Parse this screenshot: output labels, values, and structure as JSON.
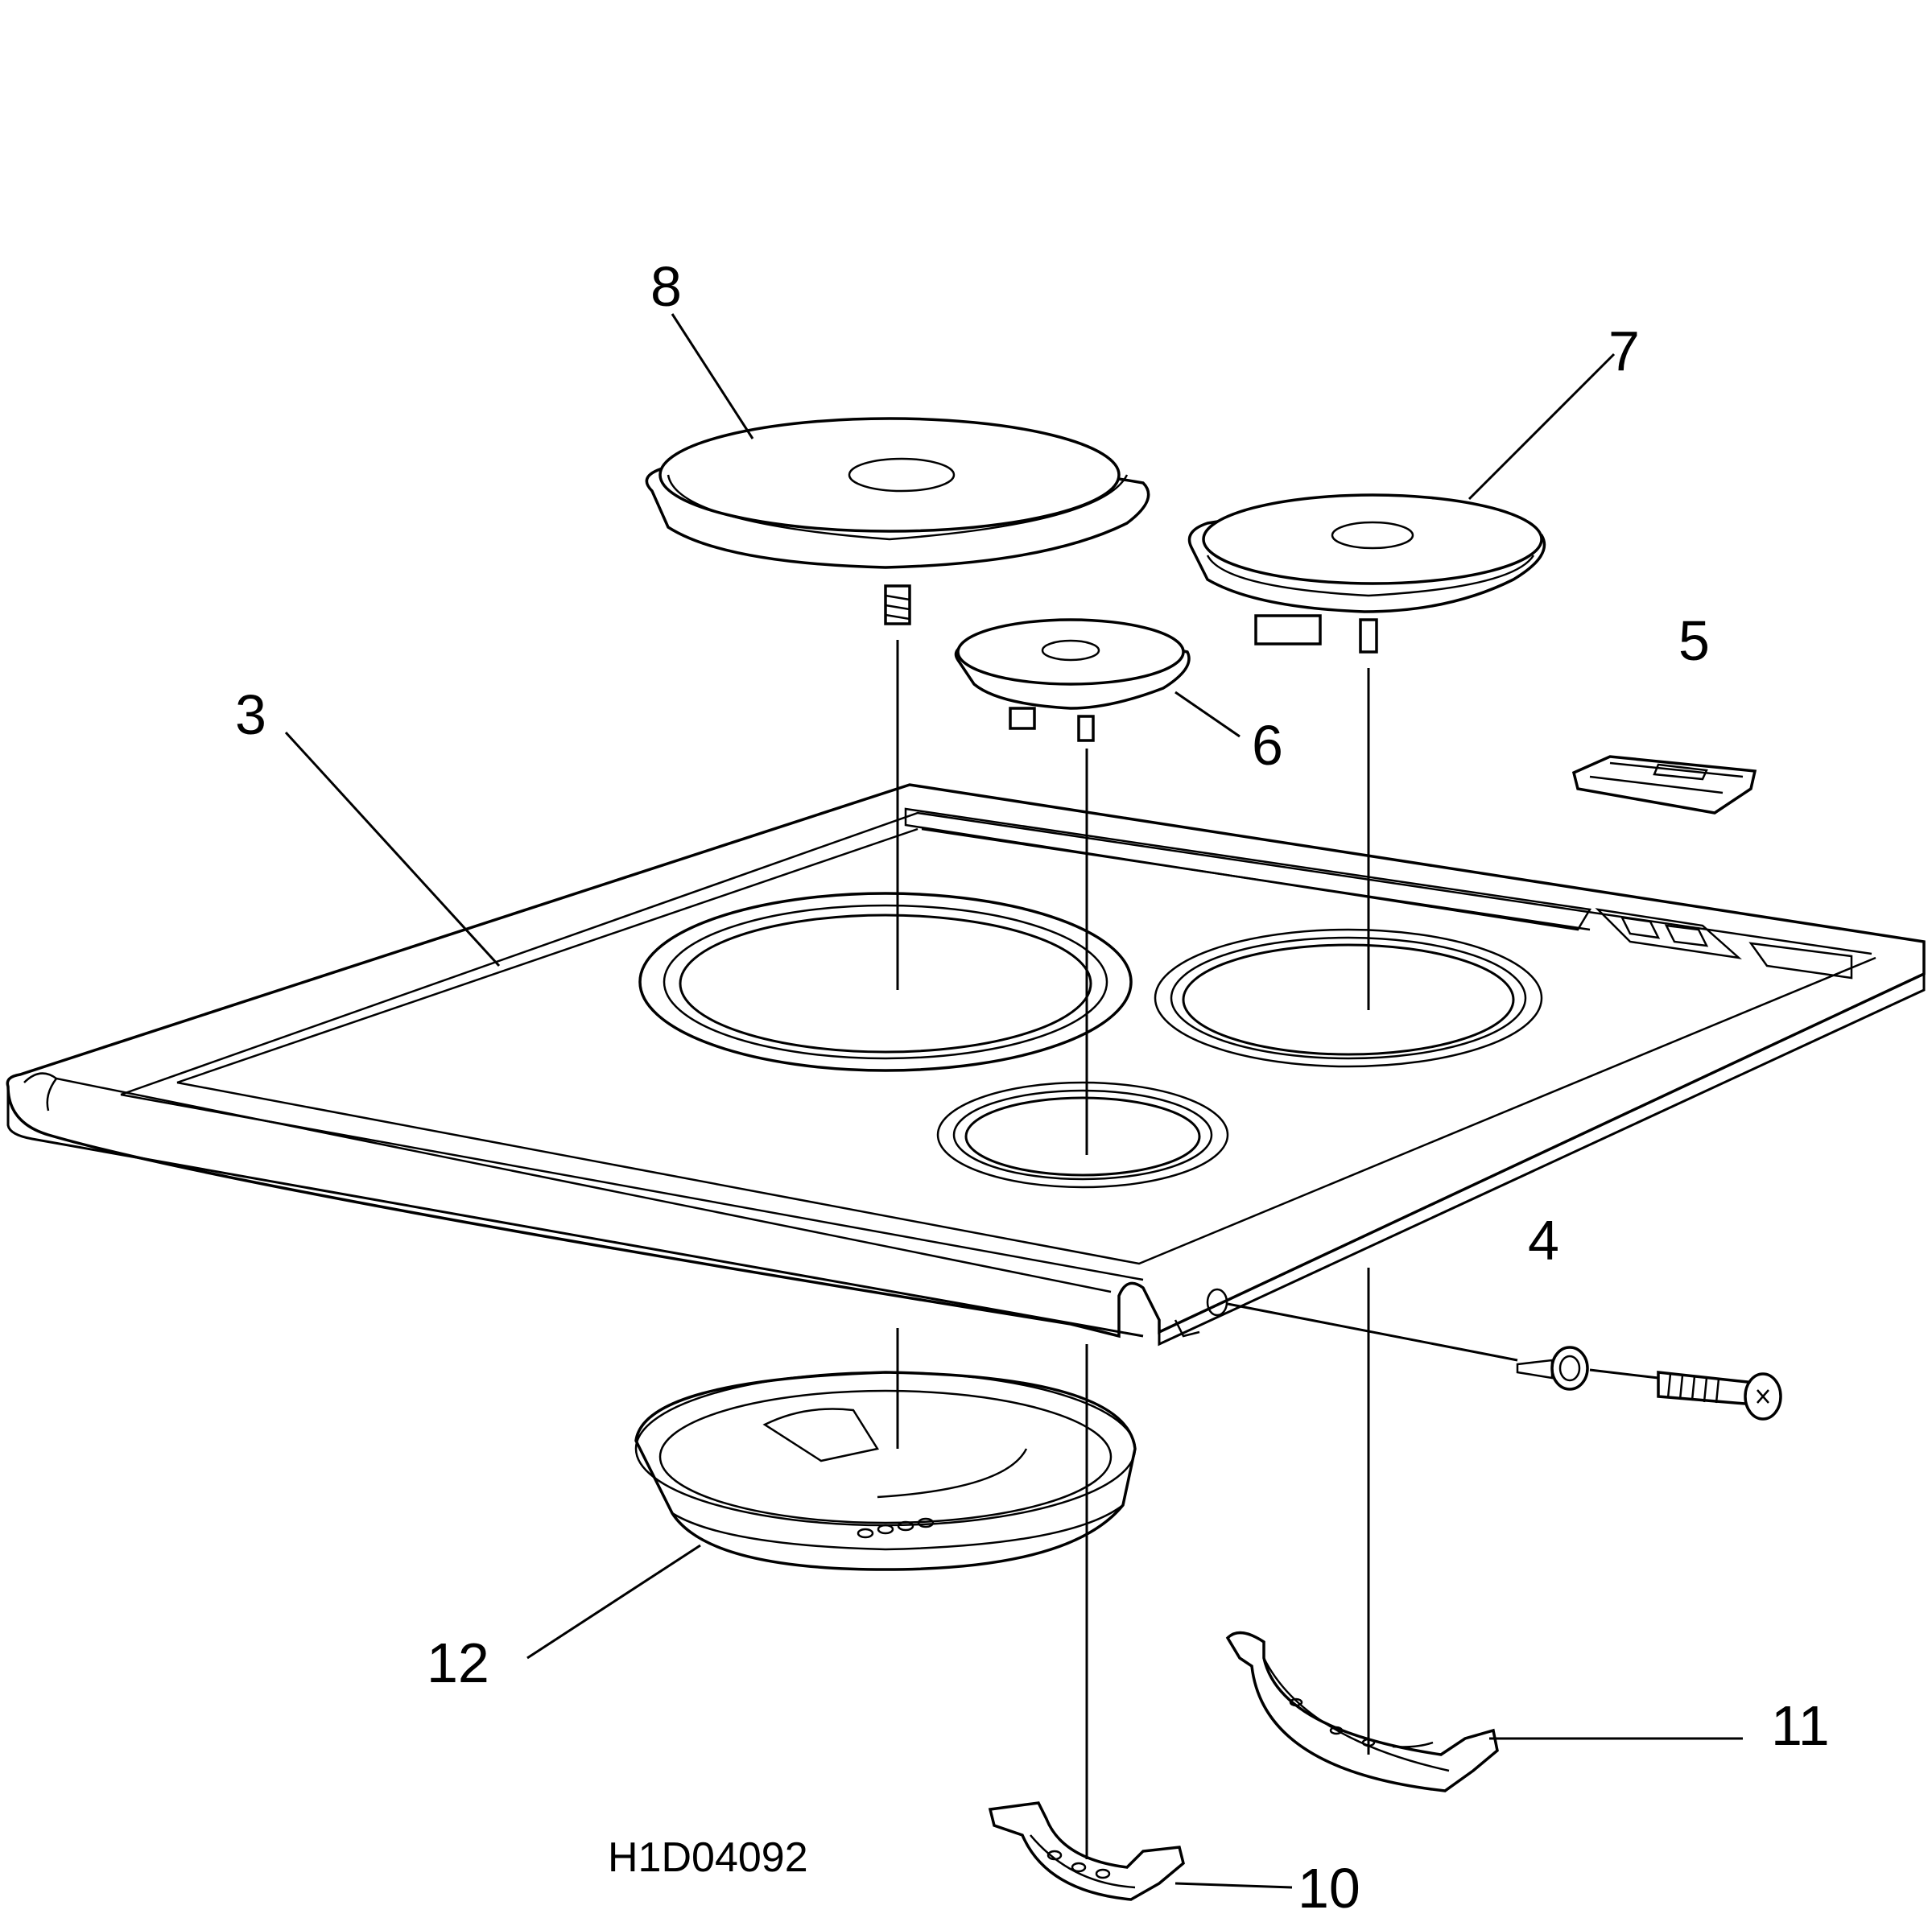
{
  "drawing_code": "H1D04092",
  "callouts": {
    "p3": "3",
    "p4": "4",
    "p5": "5",
    "p6": "6",
    "p7": "7",
    "p8": "8",
    "p10": "10",
    "p11": "11",
    "p12": "12"
  },
  "colors": {
    "ink": "#000000",
    "paper": "#ffffff"
  }
}
